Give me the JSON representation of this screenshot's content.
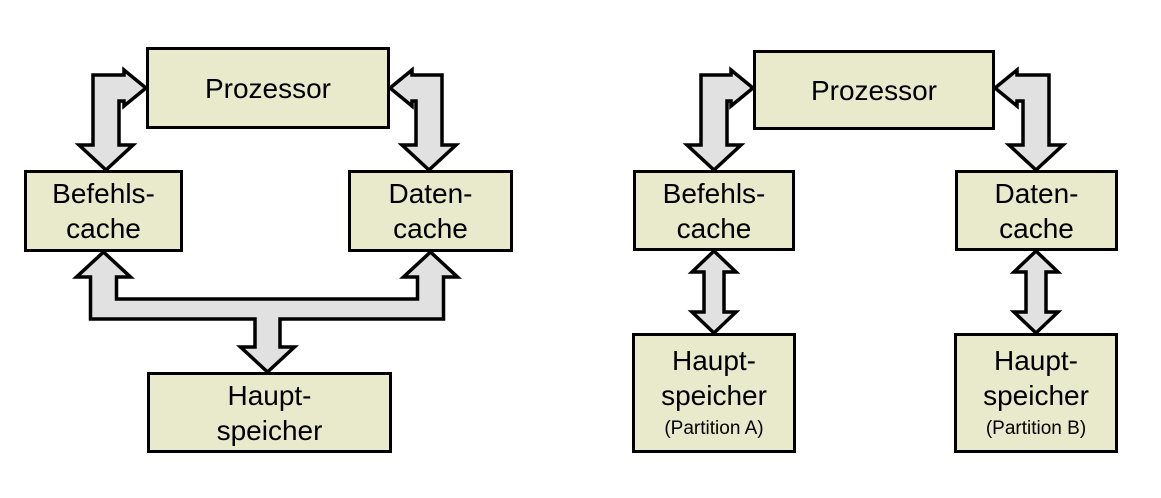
{
  "colors": {
    "box_fill": "#e9e9cb",
    "box_border": "#000000",
    "arrow_fill": "#e1e1e1",
    "arrow_border": "#000000",
    "background": "#ffffff"
  },
  "diagram_left": {
    "processor": "Prozessor",
    "instruction_cache": [
      "Befehls-",
      "cache"
    ],
    "data_cache": [
      "Daten-",
      "cache"
    ],
    "main_memory": [
      "Haupt-",
      "speicher"
    ]
  },
  "diagram_right": {
    "processor": "Prozessor",
    "instruction_cache": [
      "Befehls-",
      "cache"
    ],
    "data_cache": [
      "Daten-",
      "cache"
    ],
    "main_memory_a": {
      "lines": [
        "Haupt-",
        "speicher"
      ],
      "sub": "(Partition A)"
    },
    "main_memory_b": {
      "lines": [
        "Haupt-",
        "speicher"
      ],
      "sub": "(Partition B)"
    }
  }
}
